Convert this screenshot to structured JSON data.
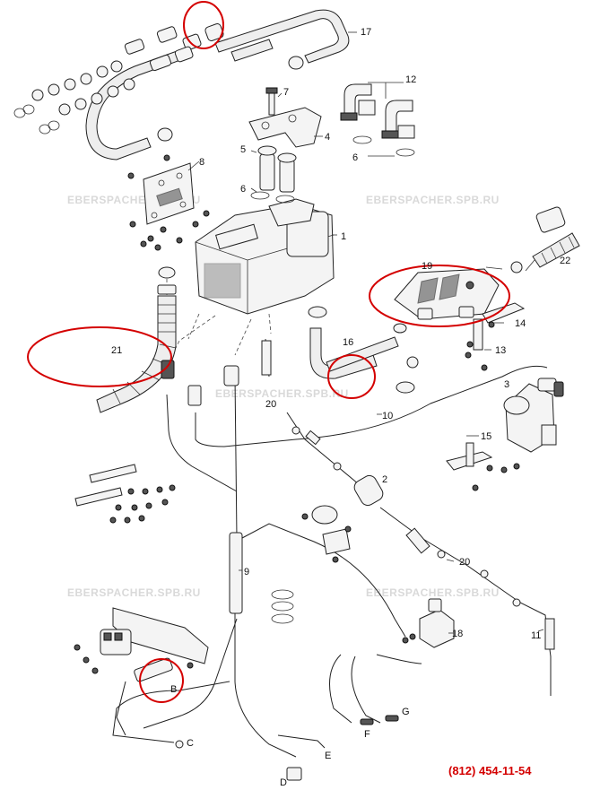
{
  "watermarks": [
    "EBERSPACHER.SPB.RU",
    "EBERSPACHER.SPB.RU",
    "EBERSPACHER.SPB.RU",
    "EBERSPACHER.SPB.RU",
    "EBERSPACHER.SPB.RU"
  ],
  "phone": "(812) 454-11-54",
  "highlight_color": "#d40000",
  "callouts": {
    "c1": "1",
    "c2": "2",
    "c3": "3",
    "c4": "4",
    "c5": "5",
    "c6a": "6",
    "c6b": "6",
    "c7": "7",
    "c8": "8",
    "c9": "9",
    "c10": "10",
    "c11": "11",
    "c12": "12",
    "c13": "13",
    "c14": "14",
    "c15": "15",
    "c16": "16",
    "c17": "17",
    "c18": "18",
    "c19": "19",
    "c20a": "20",
    "c20b": "20",
    "c21": "21",
    "c22": "22",
    "cB": "B",
    "cC": "C",
    "cD": "D",
    "cE": "E",
    "cF": "F",
    "cG": "G"
  }
}
